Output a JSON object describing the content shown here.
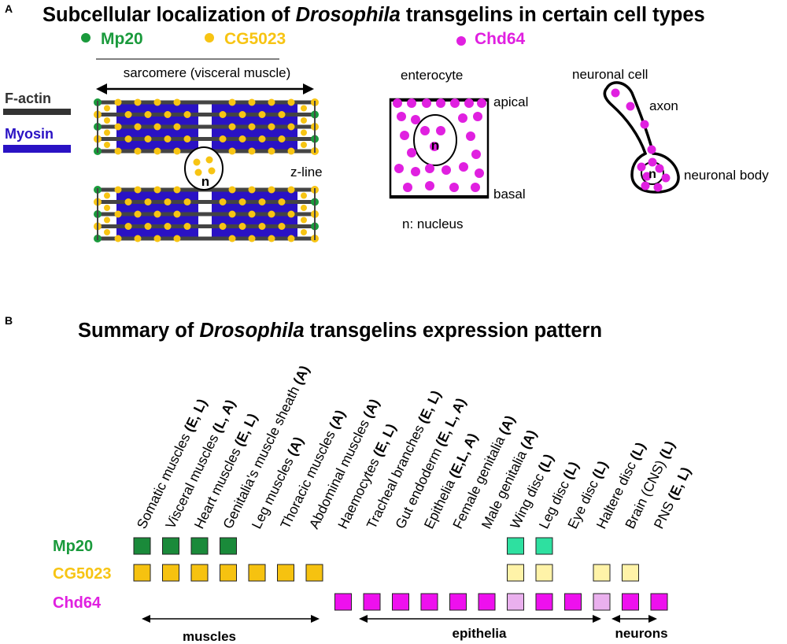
{
  "panelA": {
    "letter": "A",
    "title_pre": "Subcellular localization of ",
    "title_em": "Drosophila",
    "title_post": " transgelins in certain cell types",
    "legend": [
      {
        "label": "Mp20",
        "color": "#1a9a3c"
      },
      {
        "label": "CG5023",
        "color": "#f7c413"
      },
      {
        "label": "Chd64",
        "color": "#e020e0"
      }
    ],
    "factin_label": "F-actin",
    "myosin_label": "Myosin",
    "sarcomere_label": "sarcomere (visceral muscle)",
    "zline_label": "z-line",
    "nucleus_letter": "n",
    "enterocyte_label": "enterocyte",
    "apical_label": "apical",
    "basal_label": "basal",
    "nucleus_note": "n: nucleus",
    "neuronal_cell_label": "neuronal cell",
    "axon_label": "axon",
    "neuronal_body_label": "neuronal body"
  },
  "panelB": {
    "letter": "B",
    "title_pre": "Summary of ",
    "title_em": "Drosophila",
    "title_post": " transgelins expression pattern",
    "columns": [
      {
        "name": "Somatic muscles",
        "stages": "(E, L)"
      },
      {
        "name": "Visceral muscles",
        "stages": "(L, A)"
      },
      {
        "name": "Heart muscles",
        "stages": "(E, L)"
      },
      {
        "name": "Genitalia's muscle sheath",
        "stages": "(A)"
      },
      {
        "name": "Leg muscles",
        "stages": "(A)"
      },
      {
        "name": "Thoracic muscles",
        "stages": "(A)"
      },
      {
        "name": "Abdominal muscles",
        "stages": "(A)"
      },
      {
        "name": "Haemocytes",
        "stages": "(E, L)"
      },
      {
        "name": "Tracheal branches",
        "stages": "(E, L)"
      },
      {
        "name": "Gut endoderm",
        "stages": "(E, L, A)"
      },
      {
        "name": "Epithelia",
        "stages": "(E,L, A)"
      },
      {
        "name": "Female genitalia",
        "stages": "(A)"
      },
      {
        "name": "Male genitalia",
        "stages": "(A)"
      },
      {
        "name": "Wing disc",
        "stages": "(L)"
      },
      {
        "name": "Leg disc",
        "stages": "(L)"
      },
      {
        "name": "Eye disc",
        "stages": "(L)"
      },
      {
        "name": "Haltere disc",
        "stages": "(L)"
      },
      {
        "name": "Brain (CNS)",
        "stages": "(L)"
      },
      {
        "name": "PNS",
        "stages": "(E, L)"
      }
    ],
    "rows": [
      {
        "label": "Mp20",
        "color": "#1a9a3c",
        "cells": [
          {
            "col": 0,
            "color": "#1a8a3a"
          },
          {
            "col": 1,
            "color": "#1a8a3a"
          },
          {
            "col": 2,
            "color": "#1a8a3a"
          },
          {
            "col": 3,
            "color": "#1a8a3a"
          },
          {
            "col": 13,
            "color": "#2ee0a0"
          },
          {
            "col": 14,
            "color": "#2ee0a0"
          }
        ]
      },
      {
        "label": "CG5023",
        "color": "#f7c413",
        "cells": [
          {
            "col": 0,
            "color": "#f6c210"
          },
          {
            "col": 1,
            "color": "#f6c210"
          },
          {
            "col": 2,
            "color": "#f6c210"
          },
          {
            "col": 3,
            "color": "#f6c210"
          },
          {
            "col": 4,
            "color": "#f6c210"
          },
          {
            "col": 5,
            "color": "#f6c210"
          },
          {
            "col": 6,
            "color": "#f6c210"
          },
          {
            "col": 13,
            "color": "#fff3a8"
          },
          {
            "col": 14,
            "color": "#fff3a8"
          },
          {
            "col": 16,
            "color": "#fff3a8"
          },
          {
            "col": 17,
            "color": "#fff3a8"
          }
        ]
      },
      {
        "label": "Chd64",
        "color": "#e020e0",
        "cells": [
          {
            "col": 7,
            "color": "#ee10ee"
          },
          {
            "col": 8,
            "color": "#ee10ee"
          },
          {
            "col": 9,
            "color": "#ee10ee"
          },
          {
            "col": 10,
            "color": "#ee10ee"
          },
          {
            "col": 11,
            "color": "#ee10ee"
          },
          {
            "col": 12,
            "color": "#ee10ee"
          },
          {
            "col": 13,
            "color": "#eab0ee"
          },
          {
            "col": 14,
            "color": "#ee10ee"
          },
          {
            "col": 15,
            "color": "#ee10ee"
          },
          {
            "col": 16,
            "color": "#eab0ee"
          },
          {
            "col": 17,
            "color": "#ee10ee"
          },
          {
            "col": 18,
            "color": "#ee10ee"
          }
        ]
      }
    ],
    "groups": [
      {
        "label": "muscles"
      },
      {
        "label": "epithelia"
      },
      {
        "label": "neurons"
      }
    ]
  }
}
